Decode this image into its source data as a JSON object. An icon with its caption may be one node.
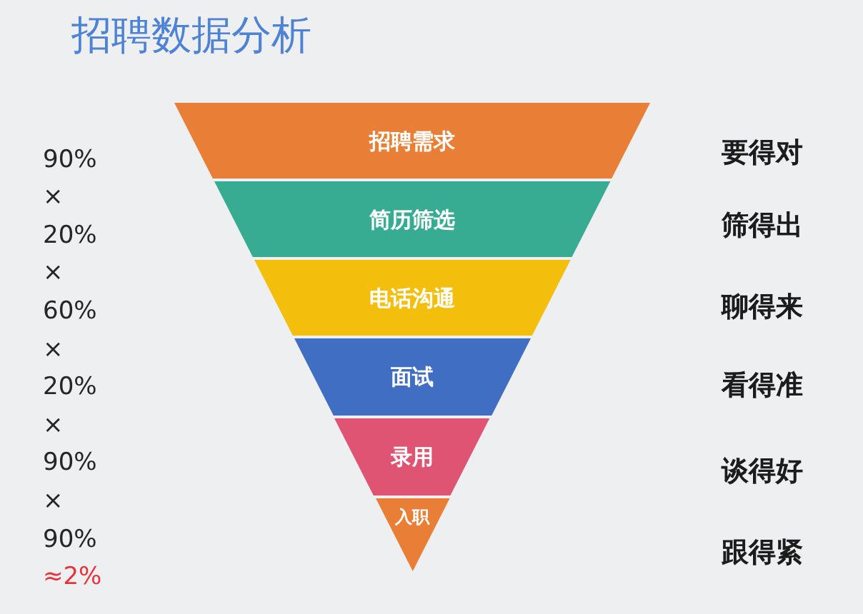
{
  "diagram": {
    "title": "招聘数据分析",
    "nodes": [
      {
        "text": [
          "招聘需求"
        ]
      },
      {
        "text": [
          "简历筛选"
        ]
      },
      {
        "text": [
          "电话沟通"
        ]
      },
      {
        "text": [
          "面试"
        ]
      },
      {
        "text": [
          "录用"
        ]
      },
      {
        "text": [
          "入职"
        ]
      }
    ],
    "labels": [
      "90%",
      "×",
      "20%",
      "×",
      "60%",
      "×",
      "20%",
      "×",
      "90%",
      "×",
      "90%",
      "≈2%",
      "要得对",
      "筛得出",
      "聊得来",
      "看得准",
      "谈得好",
      "跟得紧"
    ]
  }
}
